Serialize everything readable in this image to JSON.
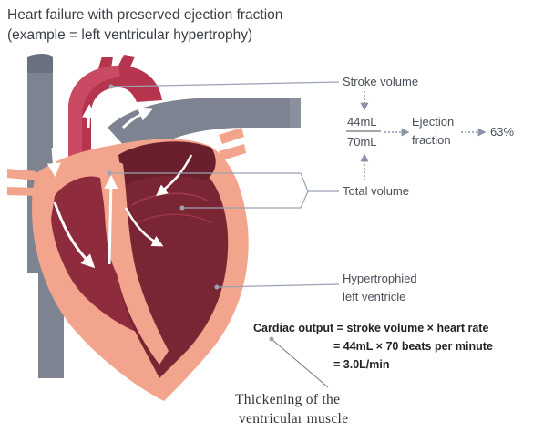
{
  "title": "Heart failure with preserved ejection fraction",
  "subtitle": "(example = left ventricular hypertrophy)",
  "labels": {
    "stroke_volume": "Stroke volume",
    "total_volume": "Total volume",
    "hypertrophied_line1": "Hypertrophied",
    "hypertrophied_line2": "left ventricle"
  },
  "ejection": {
    "numerator": "44mL",
    "denominator": "70mL",
    "label_line1": "Ejection",
    "label_line2": "fraction",
    "result": "63%"
  },
  "cardiac_output": {
    "line1": "Cardiac output = stroke volume × heart rate",
    "line2": "= 44mL × 70 beats per minute",
    "line3": "= 3.0L/min"
  },
  "caption": {
    "line1": "Thickening  of  the",
    "line2": "ventricular muscle"
  },
  "colors": {
    "aorta": "#b5344e",
    "vena_cava": "#7d8391",
    "heart_outer": "#f2a58c",
    "heart_inner": "#7a2534",
    "arrow": "#ffffff",
    "text": "#4a4f5a"
  }
}
